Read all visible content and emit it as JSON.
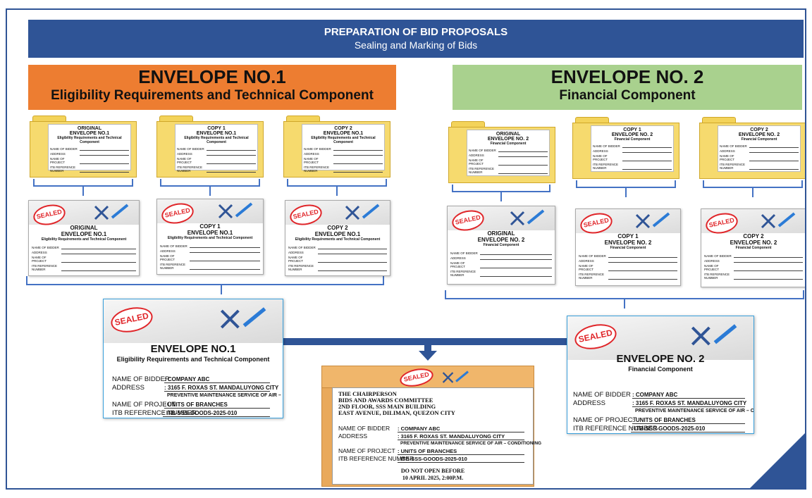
{
  "title": "PREPARATION OF BID PROPOSALS",
  "subtitle": "Sealing and Marking of Bids",
  "envelope1": {
    "heading": "ENVELOPE NO.1",
    "subheading": "Eligibility Requirements and Technical Component"
  },
  "envelope2": {
    "heading": "ENVELOPE NO. 2",
    "subheading": "Financial Component"
  },
  "folders1": [
    {
      "title": "ORIGINAL",
      "env": "ENVELOPE NO.1",
      "sub": "Eligibility Requirements and Technical Component"
    },
    {
      "title": "COPY 1",
      "env": "ENVELOPE NO.1",
      "sub": "Eligibility Requirements and Technical Component"
    },
    {
      "title": "COPY 2",
      "env": "ENVELOPE NO.1",
      "sub": "Eligibility Requirements and Technical Component"
    }
  ],
  "folders2": [
    {
      "title": "ORIGINAL",
      "env": "ENVELOPE NO. 2",
      "sub": "Financial Component"
    },
    {
      "title": "COPY 1",
      "env": "ENVELOPE NO. 2",
      "sub": "Financial Component"
    },
    {
      "title": "COPY 2",
      "env": "ENVELOPE NO. 2",
      "sub": "Financial Component"
    }
  ],
  "label_fields": {
    "bidder": "NAME OF BIDDER",
    "address": "ADDRESS",
    "project": "NAME OF PROJECT",
    "itb": "ITB REFERENCE NUMBER"
  },
  "values": {
    "bidder": ": COMPANY ABC",
    "address": ": 3165 F. ROXAS ST. MANDALUYONG CITY",
    "project_line1": "PREVENTIVE MAINTENANCE SERVICE  OF AIR – CONDITIONING",
    "project_line2": ": UNITS OF BRANCHES",
    "itb": ": ITB-SSS-GOODS-2025-010"
  },
  "seal": "SEALED",
  "signature": "Signature",
  "box": {
    "to1": "THE CHAIRPERSON",
    "to2": "BIDS AND AWARDS COMMITTEE",
    "to3": "2ND FLOOR, SSS MAIN BUILDING",
    "to4": "EAST AVENUE, DILIMAN, QUEZON CITY",
    "warning1": "DO NOT OPEN BEFORE",
    "warning2": "10 APRIL 2025, 2:00P.M."
  },
  "colors": {
    "navy": "#2f5496",
    "orange": "#ed7d31",
    "green": "#a9d18e",
    "folder": "#f6da6e",
    "seal": "#e0262a",
    "box": "#e9a95b"
  }
}
